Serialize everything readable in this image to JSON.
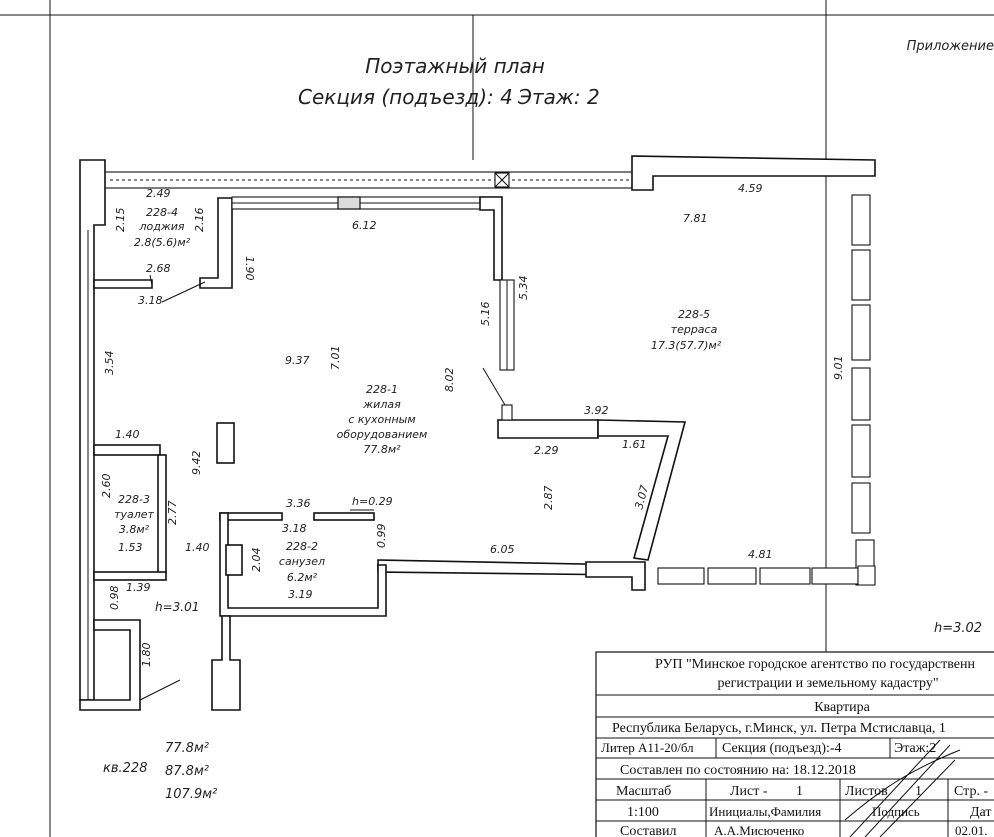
{
  "appendix_label": "Приложение",
  "header": {
    "title": "Поэтажный план",
    "section_label": "Секция (подъезд): 4",
    "floor_label": "Этаж: 2"
  },
  "rooms": {
    "loggia": {
      "id": "228-4",
      "name": "лоджия",
      "area": "2.8(5.6)м²"
    },
    "living": {
      "id": "228-1",
      "name_lines": [
        "жилая",
        "с кухонным",
        "оборудованием"
      ],
      "area": "77.8м²"
    },
    "terrace": {
      "id": "228-5",
      "name": "терраса",
      "area": "17.3(57.7)м²"
    },
    "toilet": {
      "id": "228-3",
      "name": "туалет",
      "area": "3.8м²"
    },
    "bathroom": {
      "id": "228-2",
      "name": "санузел",
      "area": "6.2м²"
    }
  },
  "dimensions": [
    "2.49",
    "2.15",
    "2.16",
    "2.68",
    "3.18",
    "1.90",
    "6.12",
    "4.59",
    "7.81",
    "5.34",
    "5.16",
    "3.54",
    "9.37",
    "7.01",
    "8.02",
    "3.92",
    "2.29",
    "1.61",
    "9.01",
    "1.40",
    "2.60",
    "2.77",
    "9.42",
    "1.53",
    "1.40",
    "3.36",
    "3.18",
    "0.99",
    "2.87",
    "3.07",
    "2.04",
    "3.19",
    "6.05",
    "4.81",
    "1.39",
    "0.98",
    "1.80"
  ],
  "heights": {
    "ceiling_note": "h=0.29",
    "main": "h=3.01",
    "terrace": "h=3.02"
  },
  "apartment": {
    "label": "кв.228",
    "areas": [
      "77.8м²",
      "87.8м²",
      "107.9м²"
    ]
  },
  "stamp": {
    "org_line1": "РУП \"Минское городское агентство по государственн",
    "org_line2": "регистрации и земельному кадастру\"",
    "object": "Квартира",
    "address": "Республика Беларусь, г.Минск, ул. Петра Мстиславца, 1",
    "liter": "Литер А11-20/бл",
    "section": "Секция (подъезд):-4",
    "floor": "Этаж:2",
    "date_line": "Составлен по состоянию на: 18.12.2018",
    "scale_label": "Масштаб",
    "scale_value": "1:100",
    "sheet_label": "Лист -",
    "sheet_value": "1",
    "sheets_label": "Листов",
    "sheets_value": "1",
    "page_label": "Стр. -",
    "name_label": "Инициалы,Фамилия",
    "signature_label": "Подпись",
    "date_label": "Дат",
    "composed_label": "Составил",
    "composed_name": "А.А.Мисюченко",
    "composed_date": "02.01."
  }
}
